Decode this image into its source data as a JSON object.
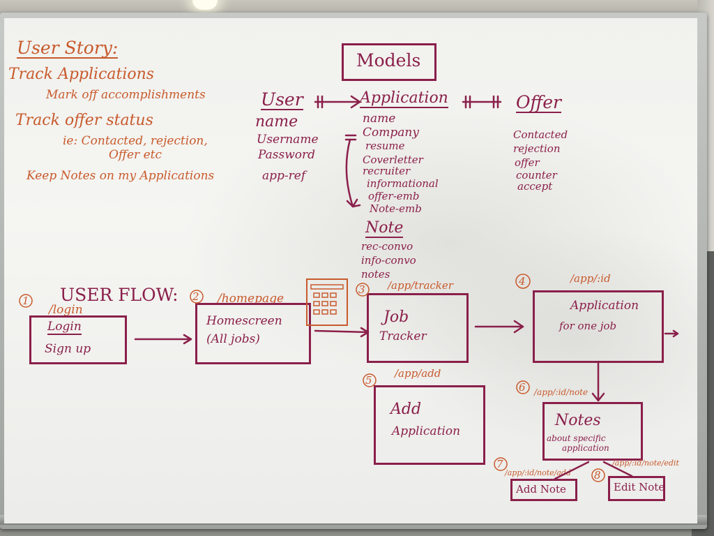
{
  "user_story": {
    "title": "User Story:",
    "items": [
      "Track Applications",
      "Mark off accomplishments",
      "Track offer status",
      "ie: Contacted, rejection,",
      "Offer etc",
      "Keep Notes on my Applications"
    ]
  },
  "models": {
    "title": "Models",
    "user": {
      "title": "User",
      "fields": [
        "name",
        "Username",
        "Password",
        "app-ref"
      ]
    },
    "application": {
      "title": "Application",
      "fields": [
        "name",
        "Company",
        "resume",
        "Coverletter",
        "recruiter",
        "informational",
        "offer-emb",
        "Note-emb"
      ]
    },
    "offer": {
      "title": "Offer",
      "fields": [
        "Contacted",
        "rejection",
        "offer",
        "counter",
        "accept"
      ]
    },
    "note": {
      "title": "Note",
      "fields": [
        "rec-convo",
        "info-convo",
        "notes"
      ]
    }
  },
  "user_flow": {
    "title": "USER FLOW:",
    "screens": [
      {
        "num": "1",
        "route": "/login",
        "lines": [
          "Login",
          "Sign up"
        ]
      },
      {
        "num": "2",
        "route": "/homepage",
        "lines": [
          "Homescreen",
          "(All jobs)"
        ]
      },
      {
        "num": "3",
        "route": "/app/tracker",
        "lines": [
          "Job",
          "Tracker"
        ]
      },
      {
        "num": "4",
        "route": "/app/:id",
        "lines": [
          "Application",
          "for one job"
        ]
      },
      {
        "num": "5",
        "route": "/app/add",
        "lines": [
          "Add",
          "Application"
        ]
      },
      {
        "num": "6",
        "route": "/app/:id/note",
        "lines": [
          "Notes",
          "about specific",
          "application"
        ]
      },
      {
        "num": "7",
        "route": "/app/:id/note/add",
        "lines": [
          "Add Note"
        ]
      },
      {
        "num": "8",
        "route": "/app/:id/note/edit",
        "lines": [
          "Edit Note"
        ]
      }
    ]
  },
  "colors": {
    "orange_marker": "#c85a2c",
    "maroon_marker": "#8a1f4a",
    "board": "#f2f2ef"
  }
}
